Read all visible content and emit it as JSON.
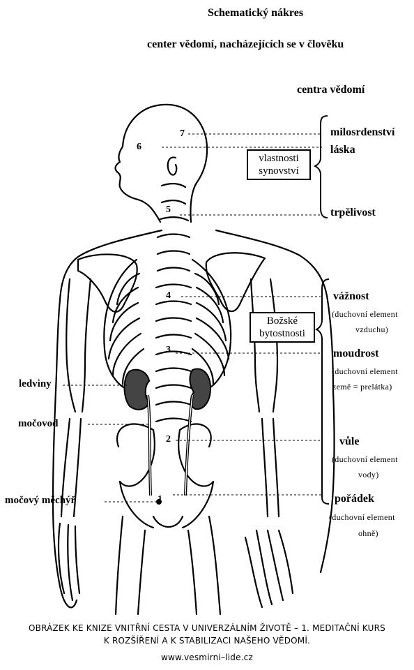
{
  "title": {
    "line1": "Schematický nákres",
    "line2": "center vědomí, nacházejících se v člověku",
    "line3": "centra vědomí"
  },
  "centers": [
    "1",
    "2",
    "3",
    "4",
    "5",
    "6",
    "7"
  ],
  "right_labels": {
    "milosrdenstvi": "milosrdenství",
    "laska": "láska",
    "trpelivost": "trpělivost",
    "vaznost": "vážnost",
    "vaznost_sub1": "(duchovní element",
    "vaznost_sub2": "vzduchu)",
    "moudrost": "moudrost",
    "moudrost_sub1": "(duchovní element",
    "moudrost_sub2": "země = prelátka)",
    "vule": "vůle",
    "vule_sub1": "(duchovní element",
    "vule_sub2": "vody)",
    "poradek": "pořádek",
    "poradek_sub1": "(duchovní element",
    "poradek_sub2": "ohně)"
  },
  "boxes": {
    "vlastnosti_line1": "vlastnosti",
    "vlastnosti_line2": "synovství",
    "bozske_line1": "Božské",
    "bozske_line2": "bytostnosti"
  },
  "left_labels": {
    "ledviny": "ledviny",
    "mocovod": "močovod",
    "mocovy_mechyr": "močový měchýř"
  },
  "caption": {
    "line1": "OBRÁZEK KE KNIZE VNITŘNÍ CESTA V UNIVERZÁLNÍM ŽIVOTĚ – 1. MEDITAČNÍ KURS",
    "line2": "K ROZŠÍŘENÍ A K STABILIZACI NAŠEHO VĚDOMÍ.",
    "line3": "www.vesmirni–lide.cz"
  }
}
